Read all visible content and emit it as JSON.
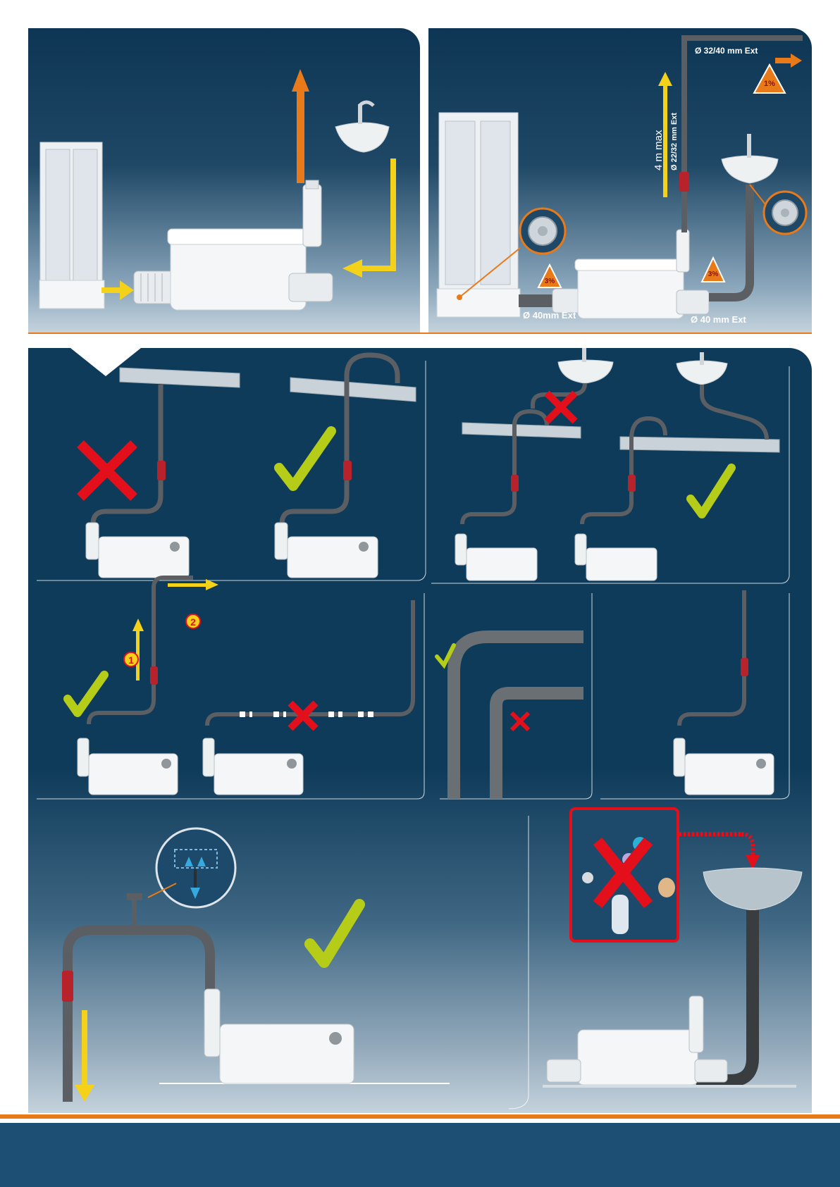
{
  "labels": {
    "outlet_diameter": "Ø 32/40 mm Ext",
    "riser_max": "4 m max",
    "riser_diameter": "Ø 22/32 mm Ext",
    "shower_inlet": "Ø 40mm Ext",
    "basin_inlet": "Ø 40 mm Ext",
    "slope_outlet": "1%",
    "slope_inlet_left": "3%",
    "slope_inlet_right": "3%",
    "step_one": "1",
    "step_two": "2"
  },
  "colors": {
    "panel_dark": "#0f3b5a",
    "orange": "#e87a1a",
    "yellow": "#f5d21a",
    "check_green": "#b5cc18",
    "cross_red": "#e30f1b",
    "pipe_gray": "#5b5f63",
    "valve_red": "#b8232b",
    "footer_blue": "#1d4f75"
  },
  "icons": [
    "shower-cabinet-icon",
    "washbasin-icon",
    "macerator-pump-icon",
    "check-mark-icon",
    "cross-mark-icon",
    "warning-triangle-icon",
    "drain-filter-icon",
    "air-vent-icon"
  ]
}
